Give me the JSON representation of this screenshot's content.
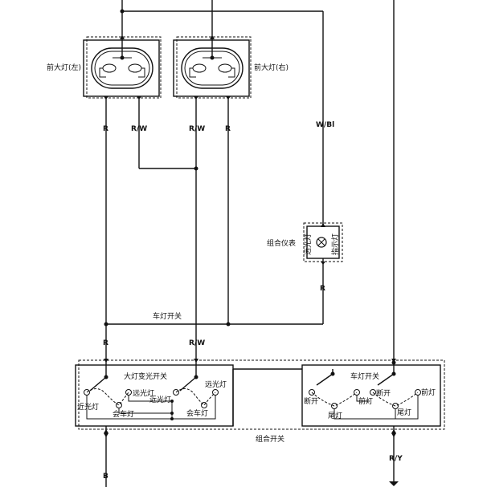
{
  "headlamps": {
    "left_label": "前大灯(左)",
    "right_label": "前大灯(右)"
  },
  "wire_colors": {
    "r": "R",
    "rw": "R/W",
    "wbl": "W/Bl",
    "ry": "R/Y",
    "b": "B"
  },
  "instrument": {
    "label": "组合仪表",
    "indicator_text_1": "远光灯",
    "indicator_text_2": "指示灯"
  },
  "light_switch_line_label": "车灯开关",
  "dimmer_switch": {
    "title": "大灯变光开关",
    "high_beam": "远光灯",
    "low_beam": "近光灯",
    "passing": "会车灯",
    "high_beam_2": "远光灯",
    "low_beam_2": "近光灯",
    "passing_2": "会车灯"
  },
  "light_switch": {
    "title": "车灯开关",
    "off": "断开",
    "tail": "尾灯",
    "head": "前灯",
    "off_2": "断开",
    "tail_2": "尾灯",
    "head_2": "前灯"
  },
  "combo_switch_label": "组合开关"
}
